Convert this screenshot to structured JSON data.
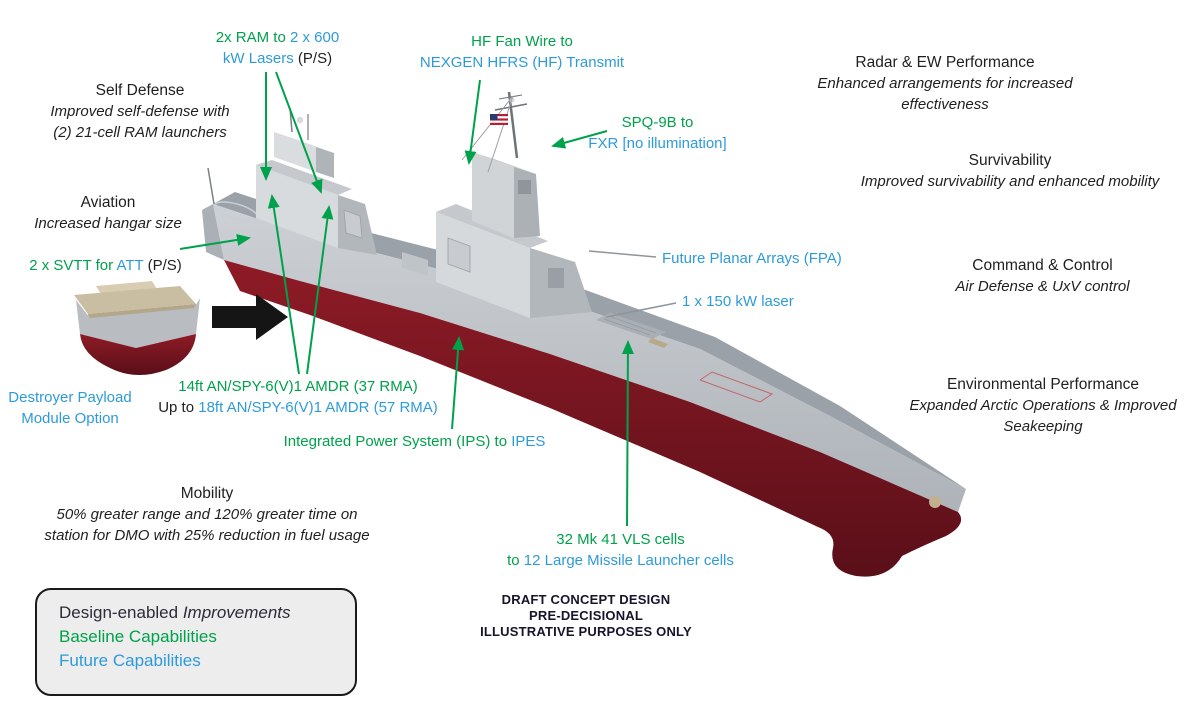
{
  "palette": {
    "baseline_green": "#00A14B",
    "future_blue": "#2E9BD8",
    "text_dark": "#1F1F1F",
    "hull_red": "#7E1520",
    "hull_gray": "#C6CACE"
  },
  "callouts": {
    "ram_lasers": {
      "from": "2x RAM to ",
      "to_value": "2 x 600",
      "to_value2": "kW Lasers ",
      "suffix": "(P/S)"
    },
    "hf_fan_wire": {
      "from": "HF Fan Wire to",
      "to": "NEXGEN HFRS (HF) Transmit"
    },
    "spq9b": {
      "from": "SPQ-9B to",
      "to": "FXR [no illumination]"
    },
    "svtt": {
      "from": "2 x SVTT for ",
      "to": "ATT",
      "suffix": " (P/S)"
    },
    "future_planar_arrays": {
      "label": "Future Planar Arrays (FPA)"
    },
    "laser_150kw": {
      "label": "1 x 150 kW laser"
    },
    "payload_module": {
      "line1": "Destroyer Payload",
      "line2": "Module Option"
    },
    "spy6": {
      "baseline": "14ft AN/SPY-6(V)1 AMDR (37 RMA)",
      "upgrade_prefix": "Up to ",
      "upgrade": "18ft AN/SPY-6(V)1 AMDR (57 RMA)"
    },
    "ips": {
      "from": "Integrated Power System (IPS) to ",
      "to": "IPES"
    },
    "vls": {
      "baseline": "32 Mk 41 VLS cells",
      "upgrade_prefix": "to ",
      "upgrade": "12 Large Missile Launcher cells"
    }
  },
  "capabilities": {
    "self_defense": {
      "title": "Self Defense",
      "desc": "Improved self-defense with (2) 21-cell RAM launchers"
    },
    "aviation": {
      "title": "Aviation",
      "desc": "Increased hangar size"
    },
    "radar_ew": {
      "title": "Radar & EW Performance",
      "desc": "Enhanced arrangements for increased effectiveness"
    },
    "survivability": {
      "title": "Survivability",
      "desc": "Improved survivability and enhanced mobility"
    },
    "command_control": {
      "title": "Command & Control",
      "desc": "Air Defense & UxV control"
    },
    "environmental": {
      "title": "Environmental Performance",
      "desc": "Expanded Arctic Operations & Improved Seakeeping"
    },
    "mobility": {
      "title": "Mobility",
      "desc": "50% greater range and 120% greater time on station for DMO with 25% reduction in fuel usage"
    }
  },
  "legend": {
    "design_enabled": "Design-enabled ",
    "design_enabled_em": "Improvements",
    "baseline": "Baseline Capabilities",
    "future": "Future Capabilities"
  },
  "disclaimer": {
    "line1": "DRAFT CONCEPT DESIGN",
    "line2": "PRE-DECISIONAL",
    "line3": "ILLUSTRATIVE PURPOSES ONLY"
  }
}
